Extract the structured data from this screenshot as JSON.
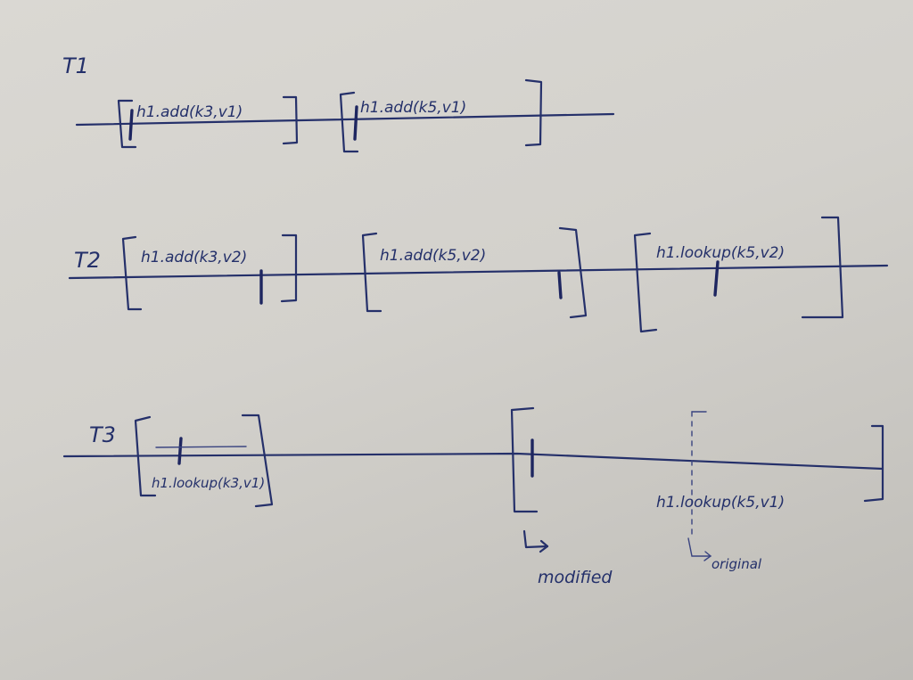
{
  "threads": [
    {
      "label": "T1",
      "operations": [
        "h1.add(k3,v1)",
        "h1.add(k5,v1)"
      ]
    },
    {
      "label": "T2",
      "operations": [
        "h1.add(k3,v2)",
        "h1.add(k5,v2)",
        "h1.lookup(k5,v2)"
      ]
    },
    {
      "label": "T3",
      "operations": [
        "h1.lookup(k3,v1)",
        "h1.lookup(k5,v1)"
      ]
    }
  ],
  "annotations": {
    "modified": "modified",
    "original": "original"
  }
}
